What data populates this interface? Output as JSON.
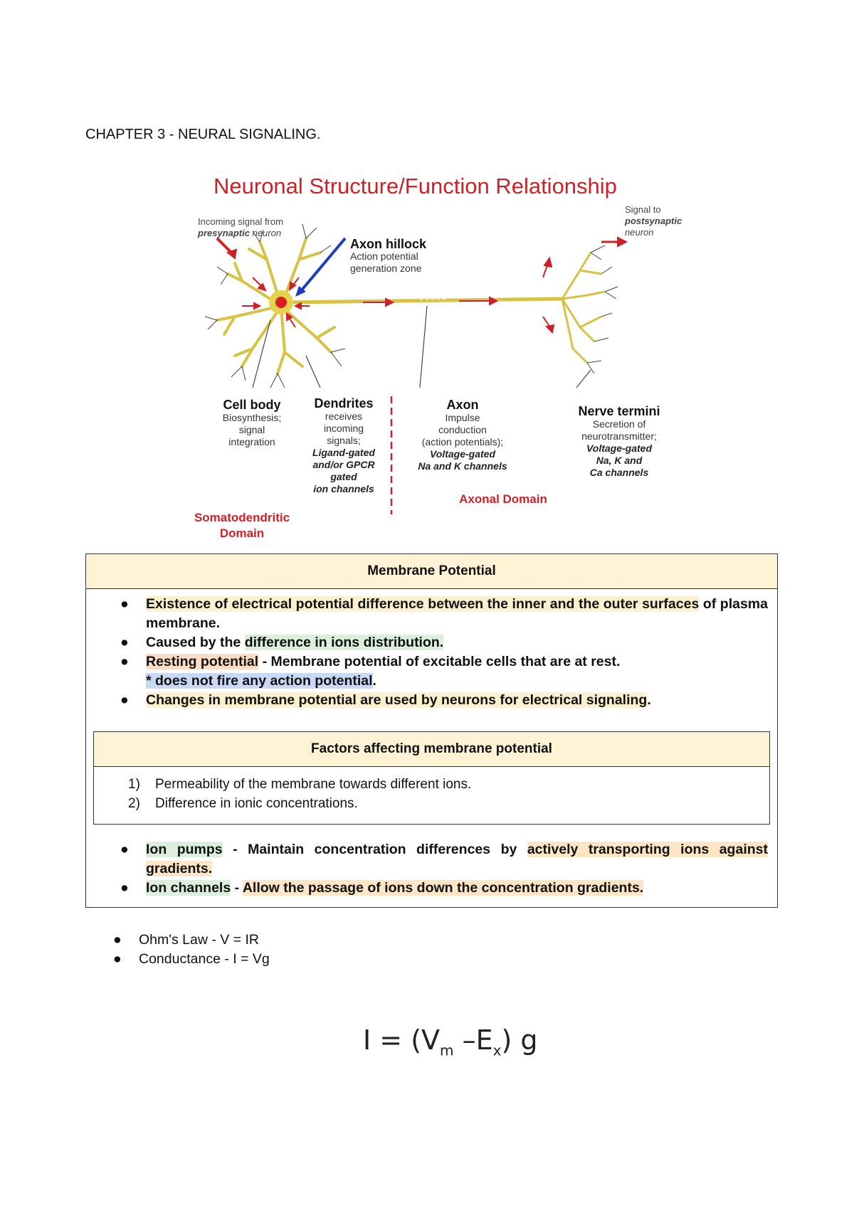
{
  "chapter_title": "CHAPTER 3 - NEURAL SIGNALING.",
  "figure": {
    "title": "Neuronal Structure/Function Relationship",
    "incoming_line1": "Incoming signal from",
    "incoming_presyn": "presynaptic",
    "incoming_neuron": " neuron",
    "signal_to": "Signal to",
    "postsynaptic": "postsynaptic",
    "neuron": "neuron",
    "axon_hillock": "Axon hillock",
    "axon_hillock_desc1": "Action potential",
    "axon_hillock_desc2": "generation zone",
    "cell_body": "Cell body",
    "cell_body_desc": [
      "Biosynthesis;",
      "signal",
      "integration"
    ],
    "dendrites": "Dendrites",
    "dendrites_desc": [
      "receives",
      "incoming",
      "signals;"
    ],
    "dendrites_channels": [
      "Ligand-gated",
      "and/or GPCR",
      "gated",
      "ion channels"
    ],
    "axon": "Axon",
    "axon_desc": [
      "Impulse",
      "conduction",
      "(action potentials);"
    ],
    "axon_channels": [
      "Voltage-gated",
      "Na and K channels"
    ],
    "nerve_termini": "Nerve termini",
    "nerve_desc": [
      "Secretion of",
      "neurotransmitter;"
    ],
    "nerve_channels": [
      "Voltage-gated",
      "Na, K and",
      "Ca channels"
    ],
    "somato_domain": [
      "Somatodendritic",
      "Domain"
    ],
    "axonal_domain": "Axonal Domain",
    "colors": {
      "title_red": "#cc2227",
      "neuron_yellow": "#d8c246",
      "arrow_blue": "#1c3fbf"
    }
  },
  "membrane": {
    "header": "Membrane Potential",
    "b1_part1": "Existence of electrical potential difference between the inner and the outer surfaces",
    "b1_part2": " of plasma membrane.",
    "b2_part1": "Caused by the ",
    "b2_part2": "difference in ions distribution.",
    "b3_part1": "Resting potential",
    "b3_part2": " - Membrane potential of excitable cells that are at rest.",
    "b3_note": "* does not fire any action potential",
    "b3_note_end": ".",
    "b4": "Changes in membrane potential are used by neurons for electrical signaling",
    "b4_end": ".",
    "factors_header": "Factors affecting membrane potential",
    "factors": [
      {
        "num": "1)",
        "text": "Permeability of the membrane towards different ions."
      },
      {
        "num": "2)",
        "text": "Difference in ionic concentrations."
      }
    ],
    "pumps_label": "Ion pumps",
    "pumps_mid": " - Maintain concentration differences by ",
    "pumps_hl": "actively transporting ions against gradients.",
    "channels_label": "Ion channels",
    "channels_mid": " - ",
    "channels_hl": "Allow the passage of ions down the concentration gradients."
  },
  "laws": {
    "ohm": "Ohm's Law - V = IR",
    "conductance": "Conductance - I = Vg"
  },
  "formula": {
    "lhs": "I = (V",
    "sub_m": "m",
    "mid": " –E",
    "sub_x": "x",
    "rhs": ") g"
  }
}
